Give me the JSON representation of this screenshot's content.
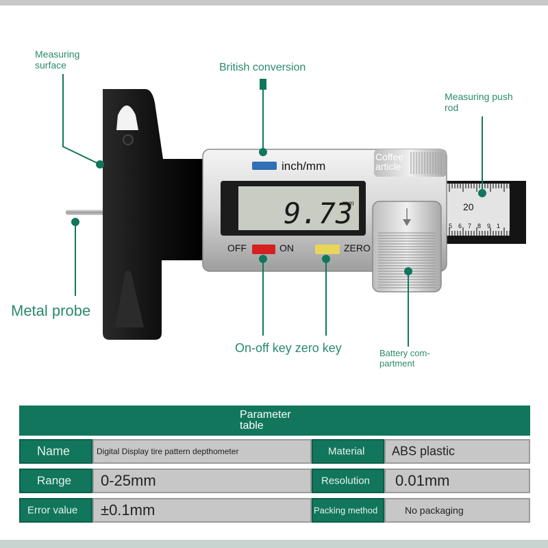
{
  "labels": {
    "measuring_surface": [
      "Measuring",
      "surface"
    ],
    "british_conversion": "British conversion",
    "measuring_push_rod": [
      "Measuring push",
      "rod"
    ],
    "metal_probe": "Metal probe",
    "on_off_zero_key": "On-off key zero key",
    "battery_compartment": [
      "Battery com-",
      "partment"
    ]
  },
  "device": {
    "unit_button_label": "inch/mm",
    "display_value": "9.73",
    "display_unit": "mm",
    "off_label": "OFF",
    "on_label": "ON",
    "zero_label": "ZERO",
    "cover_text": [
      "Coffee",
      "article"
    ],
    "rod_number": "20",
    "rod_scale": [
      "5",
      "6",
      "7",
      "8",
      "9",
      "1"
    ]
  },
  "parameter_table": {
    "title": [
      "Parameter",
      "table"
    ],
    "rows": [
      {
        "k1": "Name",
        "v1": "Digital Display tire pattern depthometer",
        "k2": "Material",
        "v2": "ABS plastic"
      },
      {
        "k1": "Range",
        "v1": "0-25mm",
        "k2": "Resolution",
        "v2": "0.01mm"
      },
      {
        "k1": "Error value",
        "v1": "±0.1mm",
        "k2": "Packing method",
        "v2": "No packaging"
      }
    ]
  },
  "colors": {
    "accent": "#2a8a6e",
    "table_green": "#11765c",
    "cell_gray": "#c7c7c7",
    "lcd": "#c9ccc2",
    "blue_key": "#2f6fb6",
    "red_key": "#d42020",
    "yellow_key": "#e8d65a"
  }
}
